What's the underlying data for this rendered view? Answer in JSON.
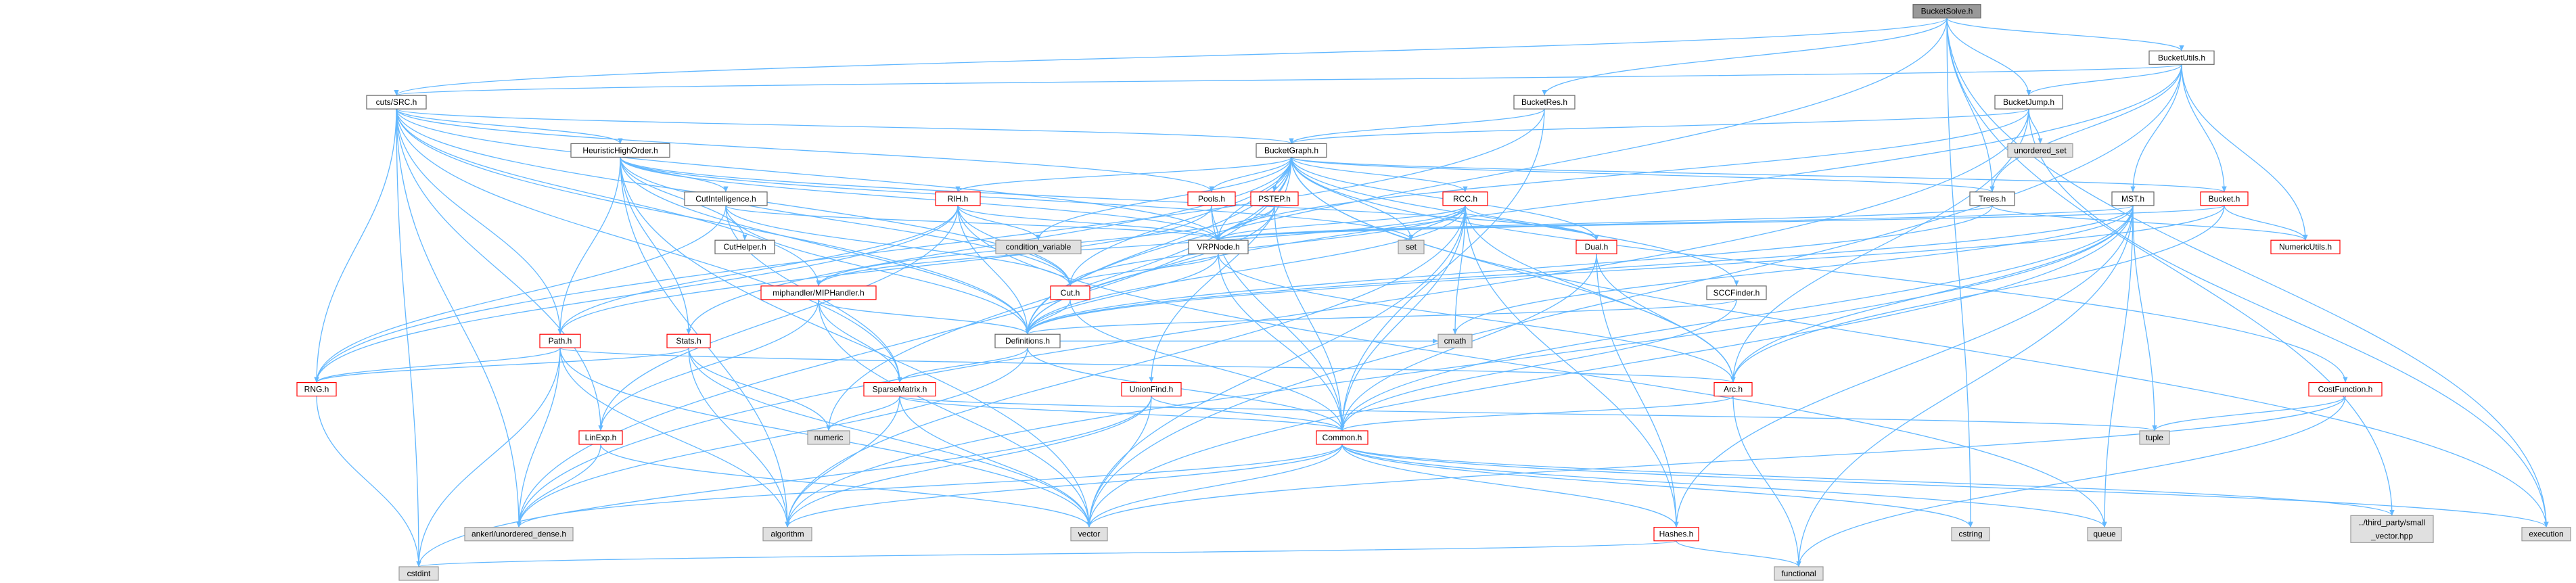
{
  "title": "BucketSolve.h include dependency graph",
  "colors": {
    "edge": "#63b8ff",
    "root_fill": "#999999",
    "root_stroke": "#666666",
    "file_fill": "#ffffff",
    "file_stroke": "#666666",
    "truncated_stroke": "#ff0000",
    "system_fill": "#e0e0e0",
    "system_stroke": "#999999",
    "text": "#000000"
  },
  "nodes": [
    {
      "id": "bucketsolve",
      "label": "BucketSolve.h",
      "kind": "root"
    },
    {
      "id": "bucketutils",
      "label": "BucketUtils.h",
      "kind": "file"
    },
    {
      "id": "cutssrc",
      "label": "cuts/SRC.h",
      "kind": "file"
    },
    {
      "id": "bucketres",
      "label": "BucketRes.h",
      "kind": "file"
    },
    {
      "id": "bucketjump",
      "label": "BucketJump.h",
      "kind": "file"
    },
    {
      "id": "heuristichighorder",
      "label": "HeuristicHighOrder.h",
      "kind": "file"
    },
    {
      "id": "bucketgraph",
      "label": "BucketGraph.h",
      "kind": "file"
    },
    {
      "id": "unordered_set",
      "label": "unordered_set",
      "kind": "system"
    },
    {
      "id": "cutintelligence",
      "label": "CutIntelligence.h",
      "kind": "file"
    },
    {
      "id": "rih",
      "label": "RIH.h",
      "kind": "truncated"
    },
    {
      "id": "pools",
      "label": "Pools.h",
      "kind": "truncated"
    },
    {
      "id": "pstep",
      "label": "PSTEP.h",
      "kind": "truncated"
    },
    {
      "id": "rcc",
      "label": "RCC.h",
      "kind": "truncated"
    },
    {
      "id": "trees",
      "label": "Trees.h",
      "kind": "file"
    },
    {
      "id": "msth",
      "label": "MST.h",
      "kind": "file"
    },
    {
      "id": "bucket",
      "label": "Bucket.h",
      "kind": "truncated"
    },
    {
      "id": "cuthelper",
      "label": "CutHelper.h",
      "kind": "file"
    },
    {
      "id": "condition_variable",
      "label": "condition_variable",
      "kind": "system"
    },
    {
      "id": "vrpnode",
      "label": "VRPNode.h",
      "kind": "file"
    },
    {
      "id": "set",
      "label": "set",
      "kind": "system"
    },
    {
      "id": "dual",
      "label": "Dual.h",
      "kind": "truncated"
    },
    {
      "id": "numericutils",
      "label": "NumericUtils.h",
      "kind": "truncated"
    },
    {
      "id": "mip",
      "label": "miphandler/MIPHandler.h",
      "kind": "truncated"
    },
    {
      "id": "cut",
      "label": "Cut.h",
      "kind": "truncated"
    },
    {
      "id": "sccfinder",
      "label": "SCCFinder.h",
      "kind": "file"
    },
    {
      "id": "path",
      "label": "Path.h",
      "kind": "truncated"
    },
    {
      "id": "stats",
      "label": "Stats.h",
      "kind": "truncated"
    },
    {
      "id": "definitions",
      "label": "Definitions.h",
      "kind": "file"
    },
    {
      "id": "cmath",
      "label": "cmath",
      "kind": "system"
    },
    {
      "id": "rng",
      "label": "RNG.h",
      "kind": "truncated"
    },
    {
      "id": "sparsematrix",
      "label": "SparseMatrix.h",
      "kind": "truncated"
    },
    {
      "id": "unionfind",
      "label": "UnionFind.h",
      "kind": "truncated"
    },
    {
      "id": "arc",
      "label": "Arc.h",
      "kind": "truncated"
    },
    {
      "id": "costfunction",
      "label": "CostFunction.h",
      "kind": "truncated"
    },
    {
      "id": "linexp",
      "label": "LinExp.h",
      "kind": "truncated"
    },
    {
      "id": "numeric",
      "label": "numeric",
      "kind": "system"
    },
    {
      "id": "common",
      "label": "Common.h",
      "kind": "truncated"
    },
    {
      "id": "tuple",
      "label": "tuple",
      "kind": "system"
    },
    {
      "id": "ankerl",
      "label": "ankerl/unordered_dense.h",
      "kind": "system"
    },
    {
      "id": "algorithm",
      "label": "algorithm",
      "kind": "system"
    },
    {
      "id": "vector",
      "label": "vector",
      "kind": "system"
    },
    {
      "id": "hashes",
      "label": "Hashes.h",
      "kind": "truncated"
    },
    {
      "id": "cstring",
      "label": "cstring",
      "kind": "system"
    },
    {
      "id": "queue",
      "label": "queue",
      "kind": "system"
    },
    {
      "id": "smallvector",
      "label": "../third_party/small\n_vector.hpp",
      "kind": "system"
    },
    {
      "id": "execution",
      "label": "execution",
      "kind": "system"
    },
    {
      "id": "cstdint",
      "label": "cstdint",
      "kind": "system"
    },
    {
      "id": "functional",
      "label": "functional",
      "kind": "system"
    }
  ],
  "edges": [
    [
      "bucketsolve",
      "bucketutils"
    ],
    [
      "bucketsolve",
      "cutssrc"
    ],
    [
      "bucketsolve",
      "bucketres"
    ],
    [
      "bucketsolve",
      "bucketjump"
    ],
    [
      "bucketsolve",
      "trees"
    ],
    [
      "bucketsolve",
      "definitions"
    ],
    [
      "bucketsolve",
      "cstring"
    ],
    [
      "bucketsolve",
      "smallvector"
    ],
    [
      "bucketsolve",
      "execution"
    ],
    [
      "bucketutils",
      "cutssrc"
    ],
    [
      "bucketutils",
      "bucketjump"
    ],
    [
      "bucketutils",
      "trees"
    ],
    [
      "bucketutils",
      "msth"
    ],
    [
      "bucketutils",
      "bucket"
    ],
    [
      "bucketutils",
      "numericutils"
    ],
    [
      "bucketutils",
      "definitions"
    ],
    [
      "bucketutils",
      "vector"
    ],
    [
      "cutssrc",
      "heuristichighorder"
    ],
    [
      "cutssrc",
      "bucketgraph"
    ],
    [
      "cutssrc",
      "cut"
    ],
    [
      "cutssrc",
      "definitions"
    ],
    [
      "cutssrc",
      "rng"
    ],
    [
      "cutssrc",
      "sparsematrix"
    ],
    [
      "cutssrc",
      "linexp"
    ],
    [
      "cutssrc",
      "ankerl"
    ],
    [
      "cutssrc",
      "cstdint"
    ],
    [
      "cutssrc",
      "pools"
    ],
    [
      "cutssrc",
      "mip"
    ],
    [
      "cutssrc",
      "path"
    ],
    [
      "cutssrc",
      "vrpnode"
    ],
    [
      "bucketres",
      "bucketgraph"
    ],
    [
      "bucketres",
      "common"
    ],
    [
      "bucketres",
      "rng"
    ],
    [
      "bucketjump",
      "bucketgraph"
    ],
    [
      "bucketjump",
      "unordered_set"
    ],
    [
      "bucketjump",
      "execution"
    ],
    [
      "bucketjump",
      "ankerl"
    ],
    [
      "bucketjump",
      "vrpnode"
    ],
    [
      "bucketjump",
      "arc"
    ],
    [
      "heuristichighorder",
      "cutintelligence"
    ],
    [
      "heuristichighorder",
      "cuthelper"
    ],
    [
      "heuristichighorder",
      "cut"
    ],
    [
      "heuristichighorder",
      "definitions"
    ],
    [
      "heuristichighorder",
      "path"
    ],
    [
      "heuristichighorder",
      "stats"
    ],
    [
      "heuristichighorder",
      "algorithm"
    ],
    [
      "heuristichighorder",
      "vector"
    ],
    [
      "heuristichighorder",
      "set"
    ],
    [
      "heuristichighorder",
      "dual"
    ],
    [
      "heuristichighorder",
      "vrpnode"
    ],
    [
      "bucketgraph",
      "rih"
    ],
    [
      "bucketgraph",
      "pools"
    ],
    [
      "bucketgraph",
      "pstep"
    ],
    [
      "bucketgraph",
      "rcc"
    ],
    [
      "bucketgraph",
      "trees"
    ],
    [
      "bucketgraph",
      "bucket"
    ],
    [
      "bucketgraph",
      "costfunction"
    ],
    [
      "bucketgraph",
      "dual"
    ],
    [
      "bucketgraph",
      "condition_variable"
    ],
    [
      "bucketgraph",
      "vrpnode"
    ],
    [
      "bucketgraph",
      "cut"
    ],
    [
      "bucketgraph",
      "definitions"
    ],
    [
      "bucketgraph",
      "sccfinder"
    ],
    [
      "bucketgraph",
      "stats"
    ],
    [
      "bucketgraph",
      "unionfind"
    ],
    [
      "bucketgraph",
      "ankerl"
    ],
    [
      "bucketgraph",
      "numeric"
    ],
    [
      "bucketgraph",
      "execution"
    ],
    [
      "bucketgraph",
      "arc"
    ],
    [
      "bucketgraph",
      "set"
    ],
    [
      "cutintelligence",
      "definitions"
    ],
    [
      "cutintelligence",
      "rng"
    ],
    [
      "cutintelligence",
      "sparsematrix"
    ],
    [
      "cutintelligence",
      "vrpnode"
    ],
    [
      "cutintelligence",
      "cut"
    ],
    [
      "rih",
      "vrpnode"
    ],
    [
      "rih",
      "path"
    ],
    [
      "rih",
      "cut"
    ],
    [
      "rih",
      "definitions"
    ],
    [
      "rih",
      "condition_variable"
    ],
    [
      "rih",
      "rng"
    ],
    [
      "rih",
      "linexp"
    ],
    [
      "rih",
      "queue"
    ],
    [
      "pools",
      "vrpnode"
    ],
    [
      "pools",
      "path"
    ],
    [
      "pools",
      "common"
    ],
    [
      "pstep",
      "vrpnode"
    ],
    [
      "pstep",
      "definitions"
    ],
    [
      "pstep",
      "common"
    ],
    [
      "pstep",
      "mip"
    ],
    [
      "rcc",
      "dual"
    ],
    [
      "rcc",
      "vrpnode"
    ],
    [
      "rcc",
      "cut"
    ],
    [
      "rcc",
      "definitions"
    ],
    [
      "rcc",
      "mip"
    ],
    [
      "rcc",
      "common"
    ],
    [
      "rcc",
      "set"
    ],
    [
      "rcc",
      "cmath"
    ],
    [
      "rcc",
      "arc"
    ],
    [
      "rcc",
      "vector"
    ],
    [
      "rcc",
      "hashes"
    ],
    [
      "rcc",
      "algorithm"
    ],
    [
      "trees",
      "vrpnode"
    ],
    [
      "trees",
      "definitions"
    ],
    [
      "trees",
      "numericutils"
    ],
    [
      "msth",
      "definitions"
    ],
    [
      "msth",
      "common"
    ],
    [
      "msth",
      "cmath"
    ],
    [
      "msth",
      "tuple"
    ],
    [
      "msth",
      "queue"
    ],
    [
      "msth",
      "functional"
    ],
    [
      "msth",
      "vector"
    ],
    [
      "msth",
      "algorithm"
    ],
    [
      "msth",
      "vrpnode"
    ],
    [
      "msth",
      "arc"
    ],
    [
      "msth",
      "hashes"
    ],
    [
      "bucket",
      "definitions"
    ],
    [
      "bucket",
      "numericutils"
    ],
    [
      "bucket",
      "vrpnode"
    ],
    [
      "bucket",
      "arc"
    ],
    [
      "vrpnode",
      "cut"
    ],
    [
      "vrpnode",
      "definitions"
    ],
    [
      "vrpnode",
      "common"
    ],
    [
      "vrpnode",
      "arc"
    ],
    [
      "dual",
      "common"
    ],
    [
      "dual",
      "hashes"
    ],
    [
      "dual",
      "arc"
    ],
    [
      "mip",
      "definitions"
    ],
    [
      "mip",
      "sparsematrix"
    ],
    [
      "mip",
      "linexp"
    ],
    [
      "mip",
      "vector"
    ],
    [
      "cut",
      "definitions"
    ],
    [
      "cut",
      "common"
    ],
    [
      "sccfinder",
      "definitions"
    ],
    [
      "sccfinder",
      "common"
    ],
    [
      "path",
      "rng"
    ],
    [
      "path",
      "arc"
    ],
    [
      "path",
      "cstdint"
    ],
    [
      "path",
      "ankerl"
    ],
    [
      "path",
      "vector"
    ],
    [
      "path",
      "algorithm"
    ],
    [
      "stats",
      "rng"
    ],
    [
      "stats",
      "numeric"
    ],
    [
      "stats",
      "vector"
    ],
    [
      "stats",
      "algorithm"
    ],
    [
      "definitions",
      "common"
    ],
    [
      "definitions",
      "sparsematrix"
    ],
    [
      "definitions",
      "cmath"
    ],
    [
      "definitions",
      "ankerl"
    ],
    [
      "sparsematrix",
      "common"
    ],
    [
      "sparsematrix",
      "numeric"
    ],
    [
      "sparsematrix",
      "vector"
    ],
    [
      "sparsematrix",
      "algorithm"
    ],
    [
      "sparsematrix",
      "tuple"
    ],
    [
      "unionfind",
      "common"
    ],
    [
      "unionfind",
      "vector"
    ],
    [
      "unionfind",
      "algorithm"
    ],
    [
      "unionfind",
      "cstdint"
    ],
    [
      "arc",
      "common"
    ],
    [
      "arc",
      "functional"
    ],
    [
      "costfunction",
      "tuple"
    ],
    [
      "costfunction",
      "functional"
    ],
    [
      "costfunction",
      "vector"
    ],
    [
      "linexp",
      "ankerl"
    ],
    [
      "linexp",
      "vector"
    ],
    [
      "rng",
      "cstdint"
    ],
    [
      "common",
      "ankerl"
    ],
    [
      "common",
      "algorithm"
    ],
    [
      "common",
      "vector"
    ],
    [
      "common",
      "hashes"
    ],
    [
      "common",
      "cstring"
    ],
    [
      "common",
      "queue"
    ],
    [
      "common",
      "smallvector"
    ],
    [
      "common",
      "execution"
    ],
    [
      "hashes",
      "cstdint"
    ],
    [
      "hashes",
      "functional"
    ]
  ]
}
